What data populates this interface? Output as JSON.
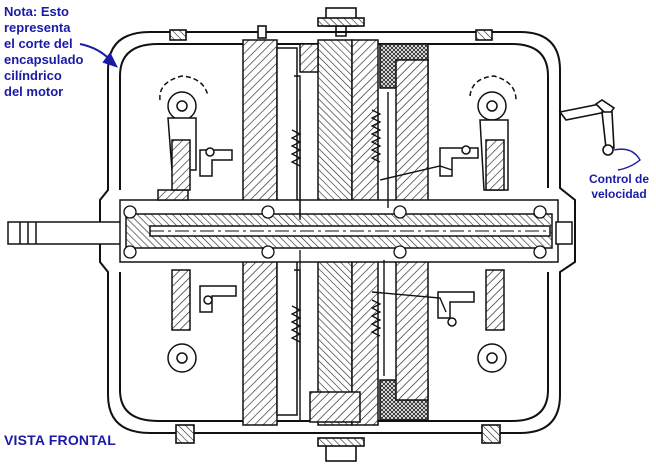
{
  "note": {
    "lines": [
      "Nota: Esto",
      "representa",
      "el corte del",
      "encapsulado",
      "cilíndrico",
      "del motor"
    ]
  },
  "speed_control": {
    "lines": [
      "Control de",
      "velocidad"
    ]
  },
  "view_title": "VISTA FRONTAL",
  "colors": {
    "annotation": "#1a1aa6",
    "line": "#111111",
    "background": "#ffffff"
  }
}
